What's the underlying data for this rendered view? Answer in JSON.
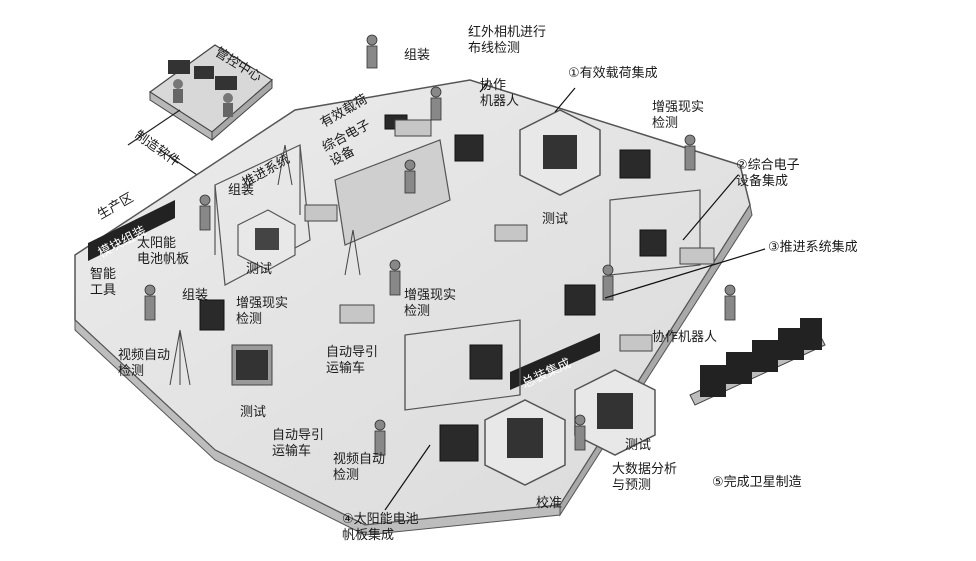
{
  "labels": {
    "control_center": "管控中心",
    "manufacturing_software": "制造软件",
    "production_area": "生产区",
    "module_assembly": "模块组装",
    "solar_panel": "太阳能\n电池帆板",
    "smart_tools": "智能\n工具",
    "assembly_left": "组装",
    "assembly_mid": "组装",
    "assembly_top": "组装",
    "test_left": "测试",
    "test_center": "测试",
    "test_lower_left": "测试",
    "test_bottom": "测试",
    "ar_check_left": "增强现实\n检测",
    "ar_check_mid": "增强现实\n检测",
    "ar_check_right": "增强现实\n检测",
    "video_inspection_left": "视频自动\n检测",
    "video_inspection_bottom": "视频自动\n检测",
    "agv_mid": "自动导引\n运输车",
    "agv_bottom": "自动导引\n运输车",
    "propulsion_system": "推进系统",
    "payload": "有效载荷",
    "integrated_electronics": "综合电子\n设备",
    "infrared_camera": "红外相机进行\n布线检测",
    "cobot_top": "协作\n机器人",
    "cobot_right": "协作机器人",
    "final_assembly": "总装集成",
    "calibration": "校准",
    "big_data": "大数据分析\n与预测"
  },
  "callouts": [
    {
      "text": "①有效载荷集成"
    },
    {
      "text": "②综合电子\n设备集成"
    },
    {
      "text": "③推进系统集成"
    },
    {
      "text": "④太阳能电池\n帆板集成"
    },
    {
      "text": "⑤完成卫星制造"
    }
  ]
}
